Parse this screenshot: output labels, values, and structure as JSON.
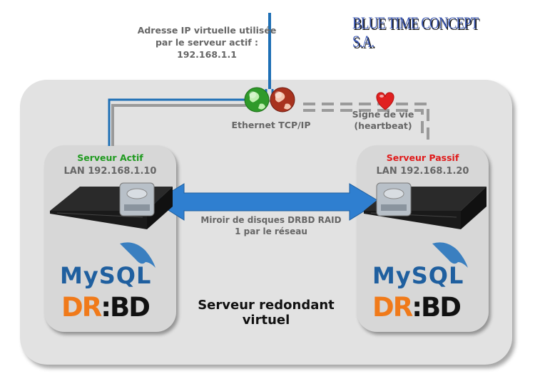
{
  "brand": "BLUE TIME CONCEPT S.A.",
  "virtual_ip_label": "Adresse IP virtuelle utilisée par le serveur actif : 192.168.1.1",
  "ethernet_label": "Ethernet TCP/IP",
  "heartbeat_label": "Signe de vie (heartbeat)",
  "active_server": {
    "title": "Serveur Actif",
    "lan": "LAN 192.168.1.10",
    "title_color": "#1f9a1f"
  },
  "passive_server": {
    "title": "Serveur Passif",
    "lan": "LAN 192.168.1.20",
    "title_color": "#e01a1a"
  },
  "drbd_mirror_label": "Miroir de disques DRBD RAID 1 par le réseau",
  "virtual_server_label": "Serveur redondant virtuel",
  "logos": {
    "mysql": "MySQL",
    "drbd_left": "DR",
    "drbd_right": "BD"
  },
  "colors": {
    "link_blue": "#1e6fb5",
    "arrow_blue": "#2f7fd0",
    "heart_red": "#e02020"
  }
}
